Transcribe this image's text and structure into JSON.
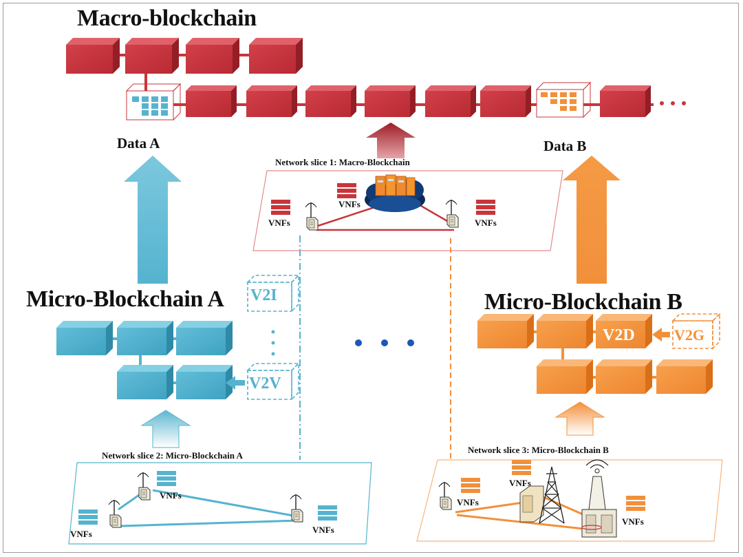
{
  "titles": {
    "macro": "Macro-blockchain",
    "micro_a": "Micro-Blockchain A",
    "micro_b": "Micro-Blockchain B"
  },
  "data_labels": {
    "a": "Data A",
    "b": "Data B"
  },
  "slices": {
    "s1": "Network slice 1: Macro-Blockchain",
    "s2": "Network slice 2: Micro-Blockchain A",
    "s3": "Network slice 3: Micro-Blockchain B"
  },
  "block_labels": {
    "v2i": "V2I",
    "v2v": "V2V",
    "v2d": "V2D",
    "v2g": "V2G"
  },
  "vnf_label": "VNFs",
  "colors": {
    "macro_red": "#c8353a",
    "micro_a_blue": "#55b3cf",
    "micro_b_orange": "#f2903a"
  }
}
